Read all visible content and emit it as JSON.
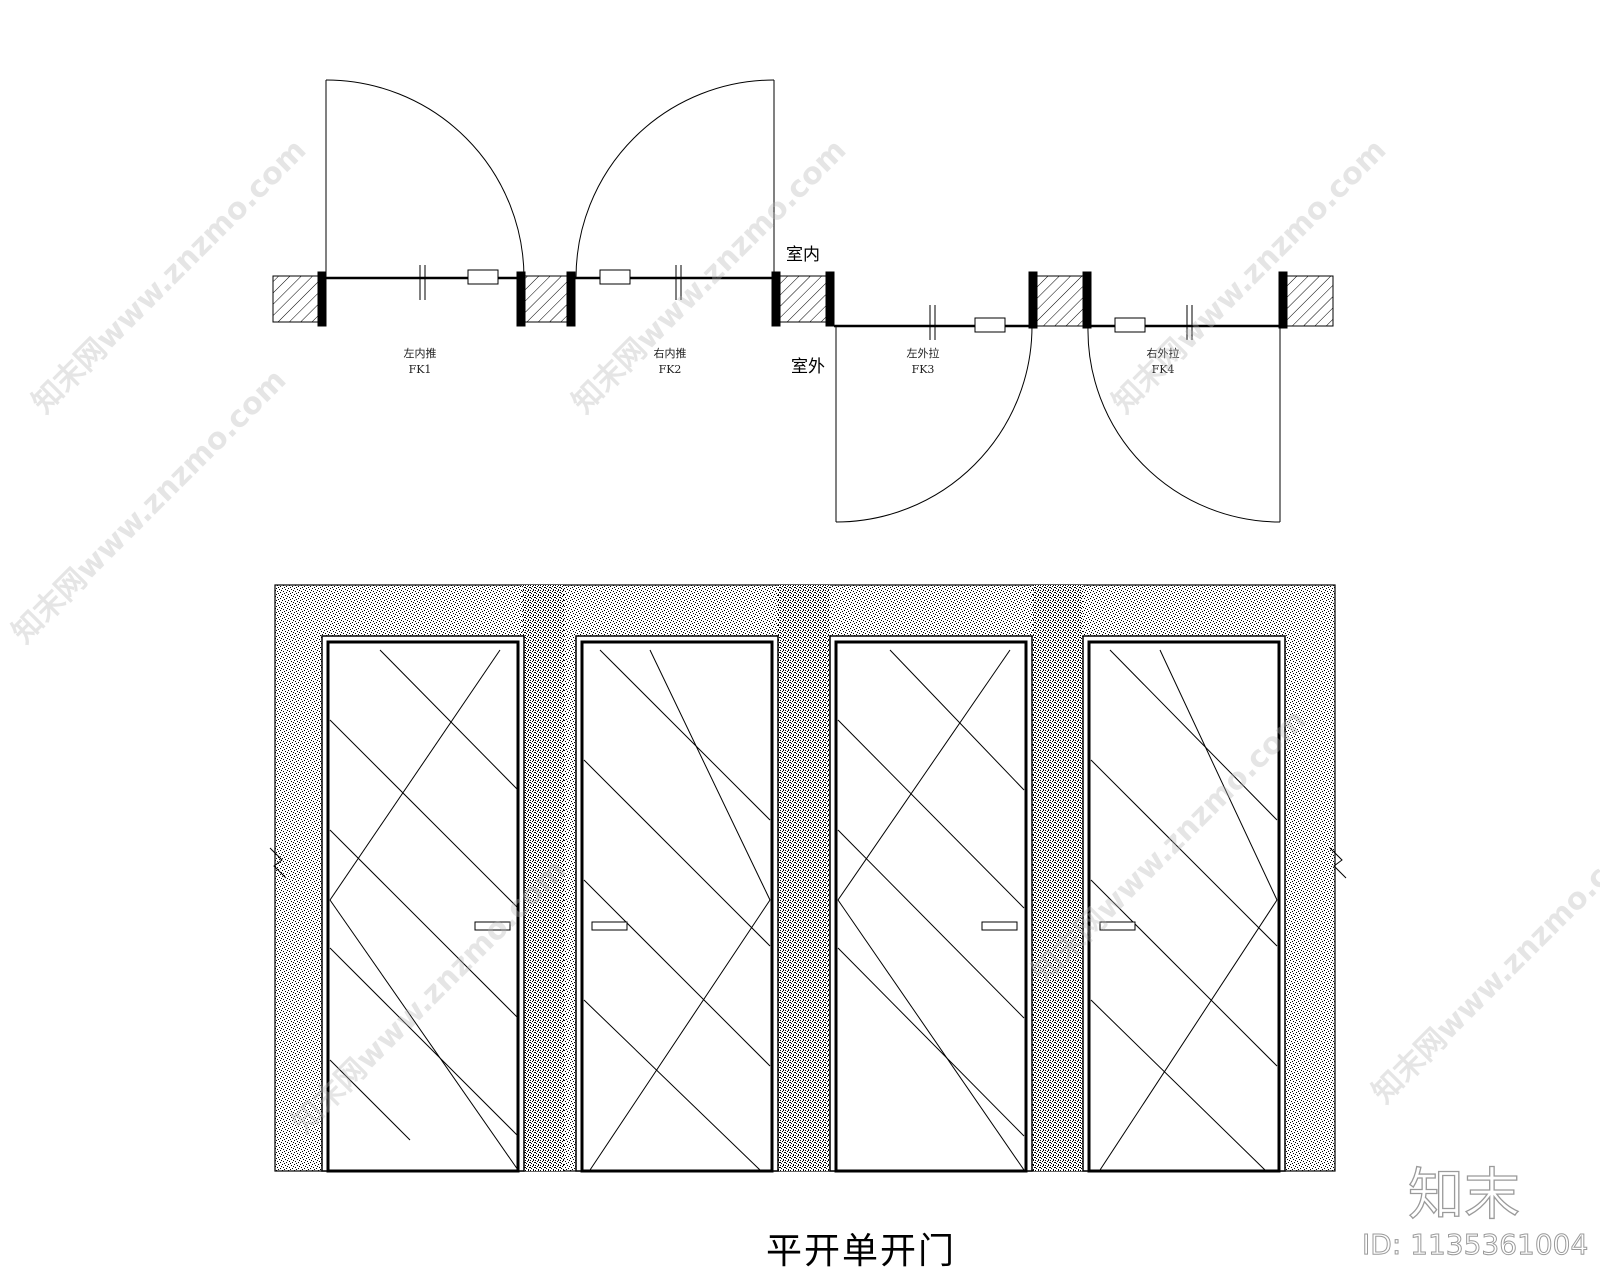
{
  "drawing": {
    "title": "平开单开门",
    "plan_labels": {
      "indoor": "室内",
      "outdoor": "室外"
    },
    "doors": [
      {
        "name": "左内推",
        "code": "FK1"
      },
      {
        "name": "右内推",
        "code": "FK2"
      },
      {
        "name": "左外拉",
        "code": "FK3"
      },
      {
        "name": "右外拉",
        "code": "FK4"
      }
    ]
  },
  "watermark": {
    "text": "知末网www.znzmo.com",
    "logo": "知末",
    "id_label": "ID: 1135361004"
  },
  "colors": {
    "line": "#000000",
    "watermark": "#b4b4b4"
  }
}
